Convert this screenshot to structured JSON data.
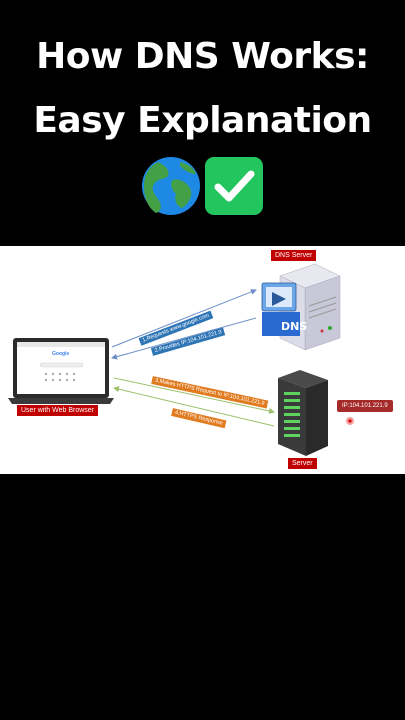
{
  "title": {
    "line1": "How DNS Works:",
    "line2": "Easy Explanation"
  },
  "icons": [
    "globe-africa-emoji",
    "check-mark-emoji"
  ],
  "diagram": {
    "dns_server_label": "DNS Server",
    "dns_box_text": "DNS",
    "client_label": "User with Web Browser",
    "server_label": "Server",
    "server_ip": "IP:104.101.221.9",
    "google_logo": "Google",
    "steps": [
      {
        "text": "1.Requests www.google.com",
        "color": "#2e75b6"
      },
      {
        "text": "2.Provides IP:104.101.221.9",
        "color": "#2e75b6"
      },
      {
        "text": "3.Makes HTTPS Request to IP:104.101.221.9",
        "color": "#e07b20"
      },
      {
        "text": "4.HTTPS Response",
        "color": "#e07b20"
      }
    ]
  }
}
